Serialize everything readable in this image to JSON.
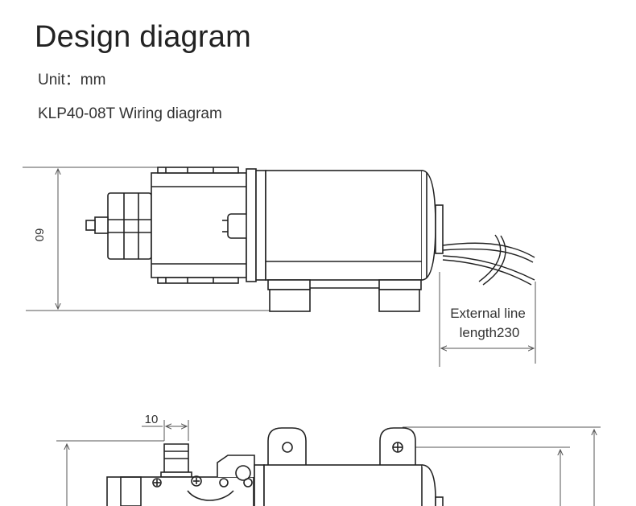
{
  "header": {
    "title": "Design diagram",
    "unit_label": "Unit：",
    "unit_value": "mm",
    "subtitle": "KLP40-08T Wiring diagram"
  },
  "side_view": {
    "height_dimension": "60",
    "external_line_label_1": "External line",
    "external_line_label_2": "length230"
  },
  "top_view": {
    "inlet_dimension": "10"
  },
  "colors": {
    "line": "#222222",
    "dimension": "#555555"
  }
}
